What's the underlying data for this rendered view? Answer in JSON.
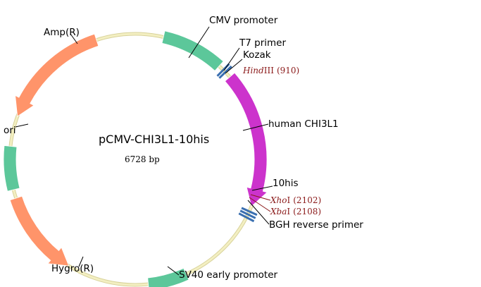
{
  "plasmid": {
    "name": "pCMV-CHI3L1-10his",
    "size": "6728 bp"
  },
  "features": {
    "cmv_promoter": "CMV promoter",
    "t7_primer": "T7 primer",
    "kozak": "Kozak",
    "human_chi3l1": "human CHI3L1",
    "tag_10his": "10his",
    "bgh_reverse_primer": "BGH reverse primer",
    "sv40_early_promoter": "SV40 early promoter",
    "hygro": "Hygro(R)",
    "ori": "ori",
    "amp": "Amp(R)"
  },
  "sites": {
    "hindiii": {
      "enzyme_italic": "Hind",
      "enzyme_rest": "III",
      "position": "(910)"
    },
    "xhoi": {
      "enzyme_italic": "Xho",
      "enzyme_rest": "I",
      "position": "(2102)"
    },
    "xbai": {
      "enzyme_italic": "Xba",
      "enzyme_rest": "I",
      "position": "(2108)"
    }
  },
  "colors": {
    "backbone": "#f3efc2",
    "backbone_edge": "#d8d29a",
    "promoter": "#5cc79a",
    "resistance": "#ff946a",
    "insert": "#cc33cc",
    "primer": "#3a6fb0",
    "site_text": "#8b1a1a"
  }
}
